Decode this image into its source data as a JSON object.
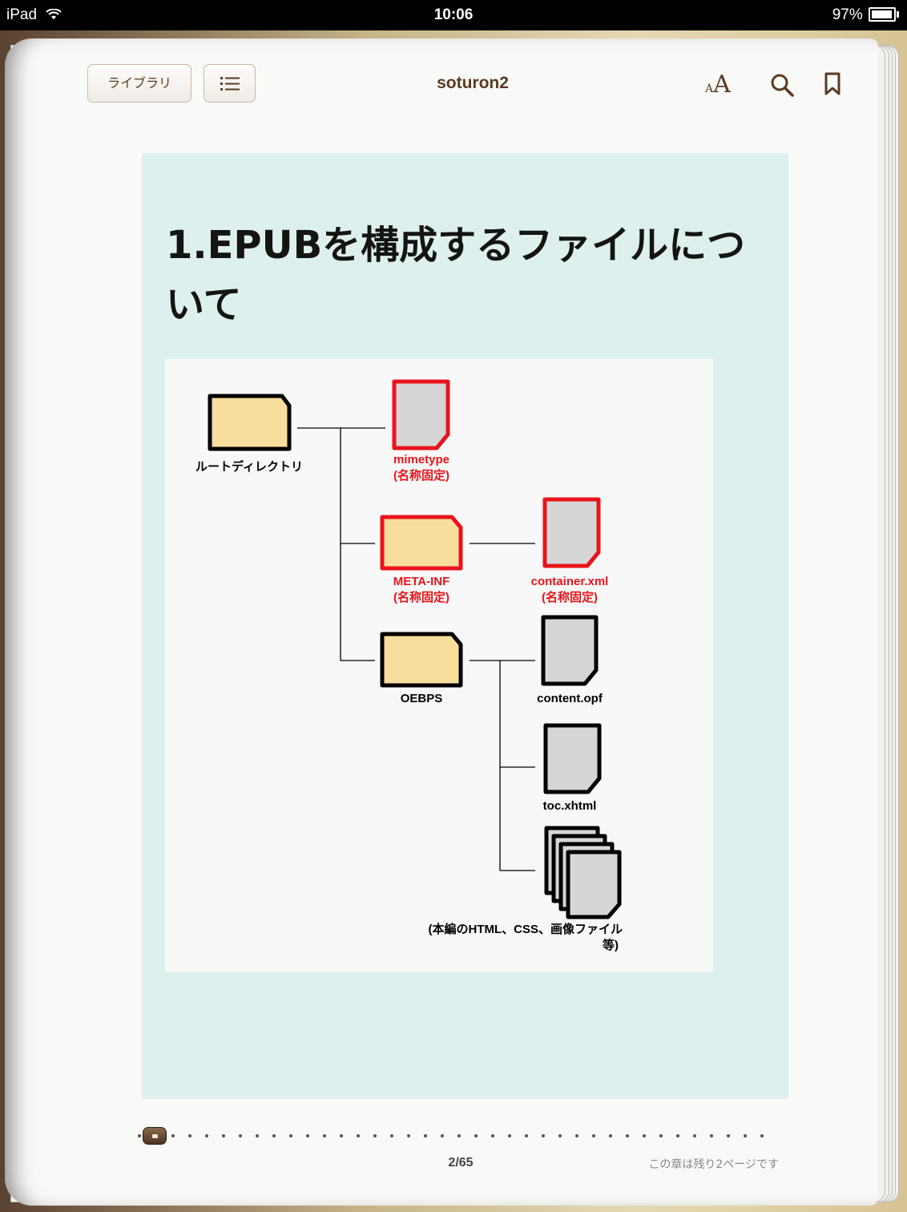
{
  "status_bar": {
    "device": "iPad",
    "time": "10:06",
    "battery": "97%"
  },
  "toolbar": {
    "library_label": "ライブラリ",
    "toc_icon": "list-icon",
    "book_title": "soturon2",
    "font_icon": "AA",
    "search_icon": "search-icon",
    "bookmark_icon": "bookmark-icon"
  },
  "content": {
    "heading": "1.EPUBを構成するファイルについて",
    "figure": {
      "root_label": "ルートディレクトリ",
      "mimetype_name": "mimetype",
      "mimetype_note": "(名称固定)",
      "metainf_name": "META-INF",
      "metainf_note": "(名称固定)",
      "container_name": "container.xml",
      "container_note": "(名称固定)",
      "oebps_label": "OEBPS",
      "contentopf_label": "content.opf",
      "toc_label": "toc.xhtml",
      "body_files_line1": "(本編のHTML、CSS、画像ファイル",
      "body_files_line2": "等)"
    }
  },
  "footer": {
    "page_indicator": "2/65",
    "chapter_remaining": "この章は残り2ページです",
    "scrubber_position": 0.03
  },
  "colors": {
    "accent_brown": "#5a3a22",
    "highlight_red": "#e8141b",
    "folder_fill": "#f9dd9c",
    "file_fill": "#d6d6d6",
    "content_bg": "#def0ee"
  }
}
